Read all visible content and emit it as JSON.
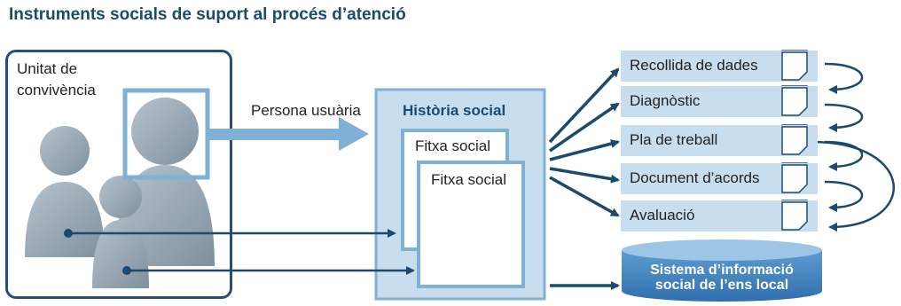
{
  "title": "Instruments socials de suport al procés d’atenció",
  "unit": {
    "line1": "Unitat de",
    "line2": "convivència"
  },
  "arrow_label": "Persona usuària",
  "history": {
    "title": "Història social",
    "card1": "Fitxa social",
    "card2": "Fitxa social"
  },
  "steps": [
    {
      "label": "Recollida de dades"
    },
    {
      "label": "Diagnòstic"
    },
    {
      "label": "Pla de treball"
    },
    {
      "label": "Document d’acords"
    },
    {
      "label": "Avaluació"
    }
  ],
  "database": {
    "line1": "Sistema d’informació",
    "line2": "social de l’ens local"
  },
  "colors": {
    "dark_blue": "#1c4a6e",
    "frame_blue": "#2b4b79",
    "light_blue": "#c8dded",
    "mid_blue": "#7fb0d6",
    "figure_gray": "#9aaab7"
  }
}
